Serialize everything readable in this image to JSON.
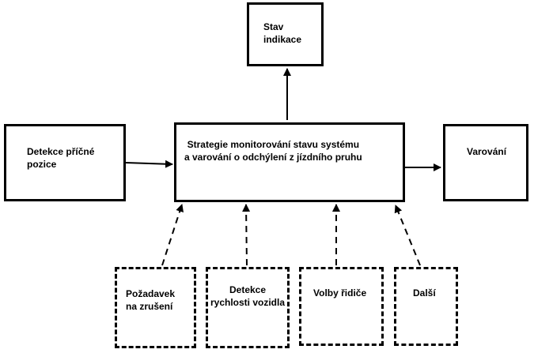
{
  "diagram": {
    "boxes": {
      "stav_indikace": "Stav\nindikace",
      "detekce_pricne_pozice": "Detekce příčné\npozice",
      "strategie": "Strategie monitorování stavu systému\na varování o odchýlení z jízdního pruhu",
      "varovani": "Varování",
      "pozadavek_na_zruseni": "Požadavek\nna zrušení",
      "detekce_rychlosti": "Detekce\nrychlosti vozidla",
      "volby_ridice": "Volby řidiče",
      "dalsi": "Další"
    },
    "colors": {
      "line": "#000000",
      "background": "#ffffff"
    }
  }
}
